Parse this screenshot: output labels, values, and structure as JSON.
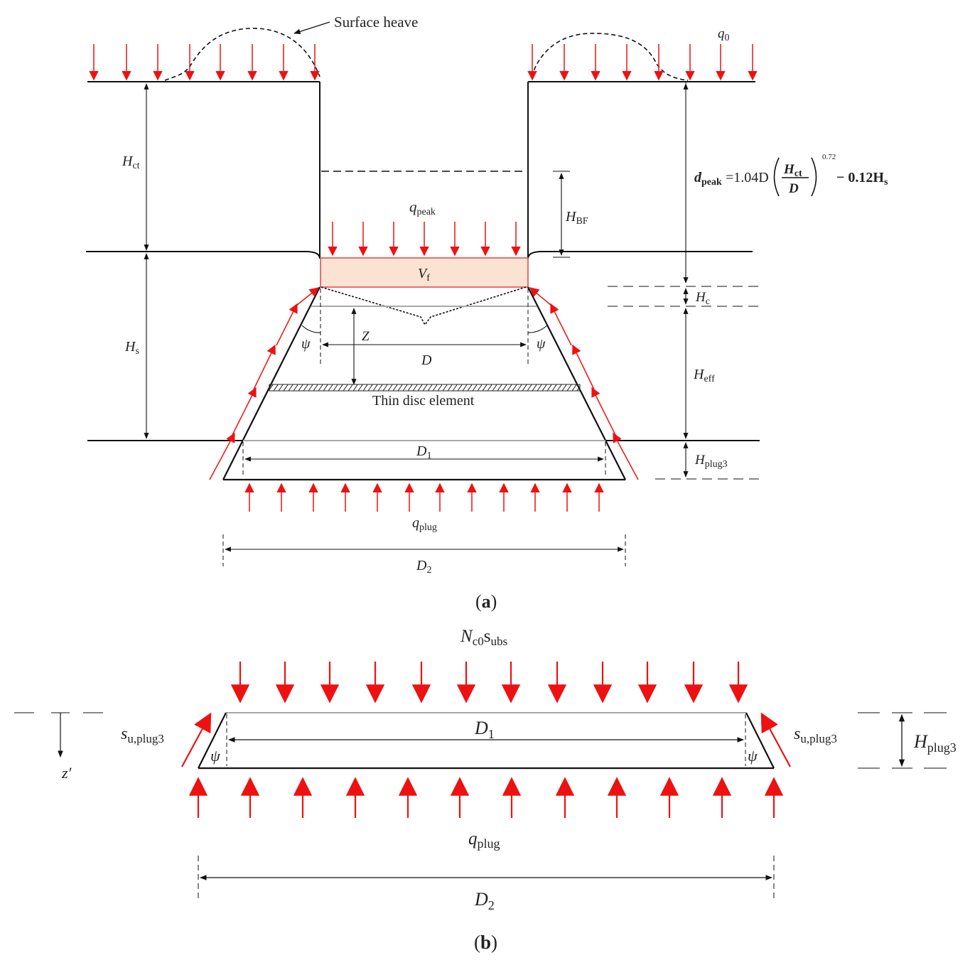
{
  "colors": {
    "load_arrow": "#ee1111",
    "outline": "#111111",
    "fill_zone": "#fbe3d3",
    "fill_zone_border": "#e04545",
    "gray_line": "#a8a8a8"
  },
  "panel_a": {
    "surface_heave": "Surface heave",
    "q0": {
      "main": "q",
      "sub": "0"
    },
    "H_ct": {
      "main": "H",
      "sub": "ct"
    },
    "H_s": {
      "main": "H",
      "sub": "s"
    },
    "H_BF": {
      "main": "H",
      "sub": "BF"
    },
    "H_c": {
      "main": "H",
      "sub": "c"
    },
    "H_eff": {
      "main": "H",
      "sub": "eff"
    },
    "H_plug3": {
      "main": "H",
      "sub": "plug3"
    },
    "q_peak": {
      "main": "q",
      "sub": "peak"
    },
    "V_f": {
      "main": "V",
      "sub": "f"
    },
    "psi_left": "ψ",
    "psi_right": "ψ",
    "Z": "Z",
    "D": "D",
    "thin_disc": "Thin disc element",
    "D1": {
      "main": "D",
      "sub": "1"
    },
    "q_plug": {
      "main": "q",
      "sub": "plug"
    },
    "D2": {
      "main": "D",
      "sub": "2"
    },
    "equation": {
      "lhs_main": "d",
      "lhs_sub": "peak",
      "eq_coef": "=1.04D",
      "frac_num_main": "H",
      "frac_num_sub": "ct",
      "frac_den": "D",
      "exponent": "0.72",
      "tail": "− 0.12H",
      "tail_sub": "s"
    },
    "caption": {
      "open": "(",
      "letter": "a",
      "close": ")"
    }
  },
  "panel_b": {
    "top_load": {
      "main1": "N",
      "sub1": "c0",
      "main2": "s",
      "sub2": "ubs"
    },
    "su_left": {
      "main": "s",
      "sub": "u,plug3"
    },
    "su_right": {
      "main": "s",
      "sub": "u,plug3"
    },
    "D1": {
      "main": "D",
      "sub": "1"
    },
    "psi_left": "ψ",
    "psi_right": "ψ",
    "z_prime": "z′",
    "H_plug3": {
      "main": "H",
      "sub": "plug3"
    },
    "q_plug": {
      "main": "q",
      "sub": "plug"
    },
    "D2": {
      "main": "D",
      "sub": "2"
    },
    "caption": {
      "open": "(",
      "letter": "b",
      "close": ")"
    }
  }
}
